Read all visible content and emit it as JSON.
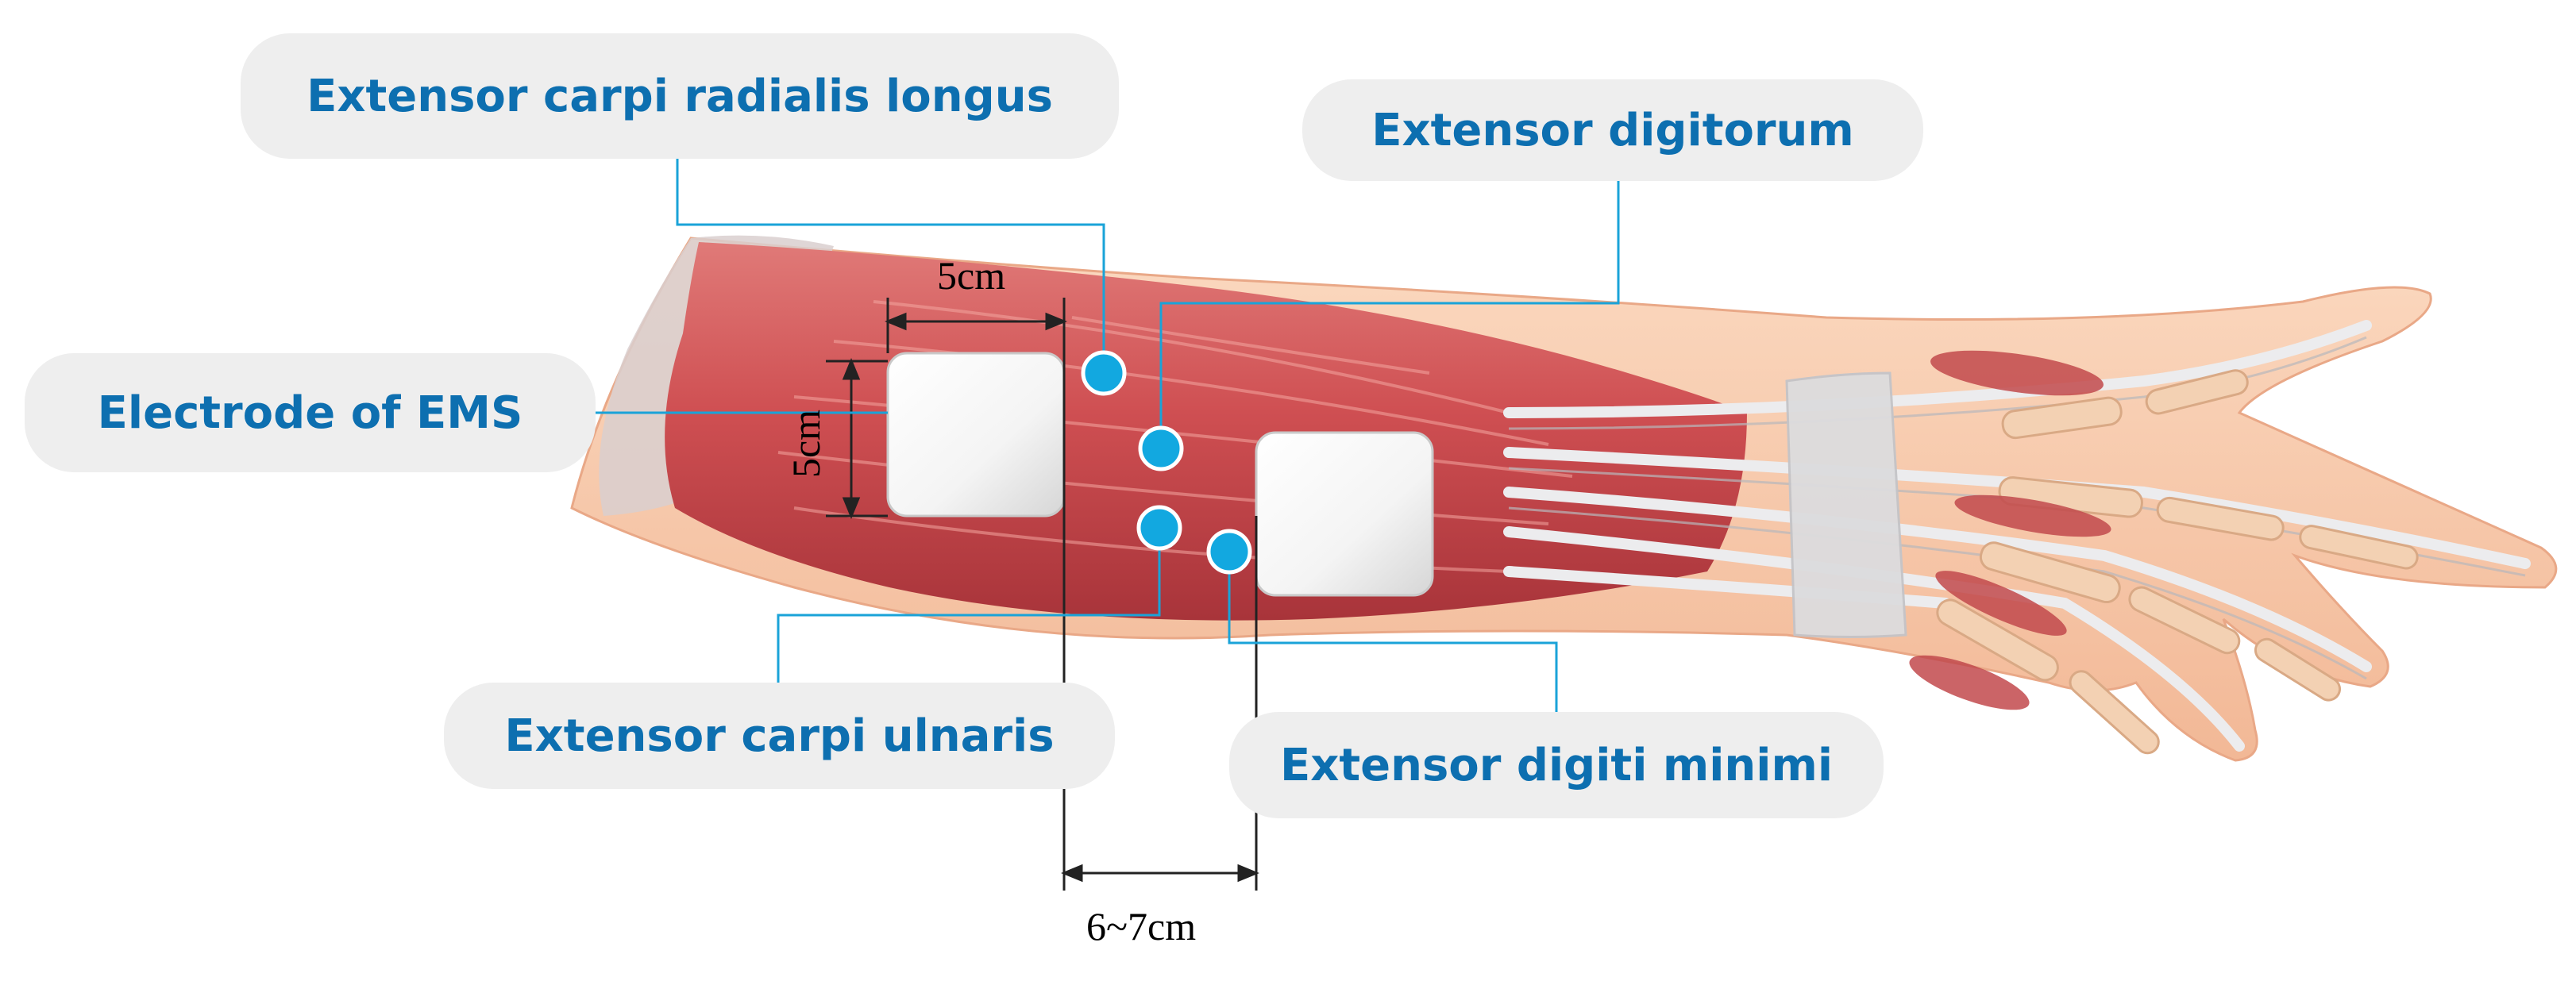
{
  "labels": {
    "ecrl": "Extensor carpi radialis longus",
    "ed": "Extensor digitorum",
    "electrode": "Electrode of EMS",
    "ecu": "Extensor carpi ulnaris",
    "edm": "Extensor digiti minimi"
  },
  "dimensions": {
    "width": "5cm",
    "height": "5cm",
    "spacing": "6~7cm"
  },
  "colors": {
    "label_text": "#0d6fb0",
    "label_bg": "#eeeeee",
    "leader": "#1aa3d8",
    "point": "#12a8e0",
    "muscle": "#c9474b",
    "skin": "#f6c9a8",
    "tendon": "#e4e4e6",
    "bone": "#f3d1b3"
  }
}
